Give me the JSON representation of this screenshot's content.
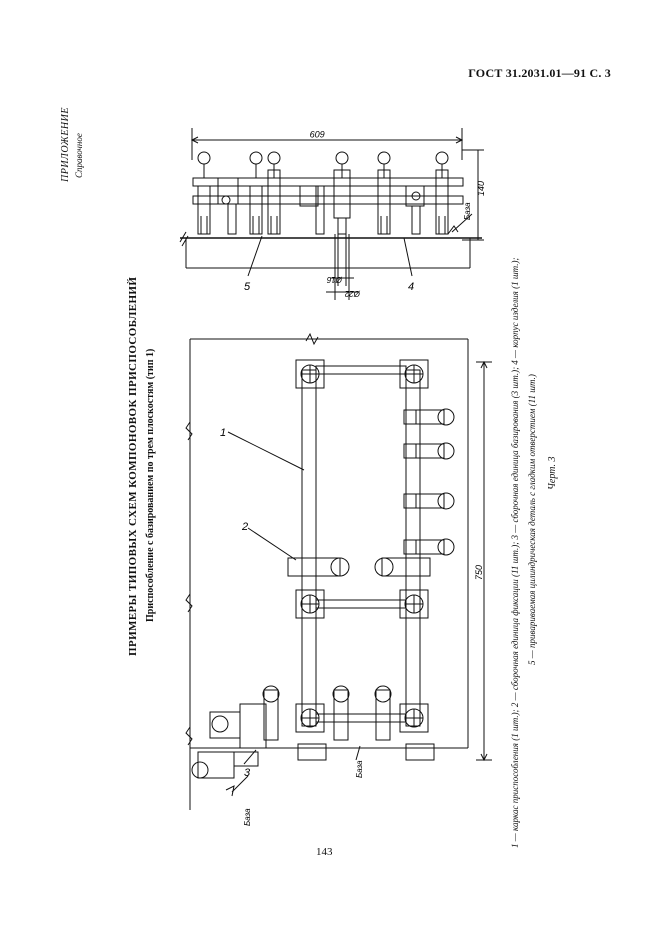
{
  "header": {
    "gost": "ГОСТ 31.2031.01—91 С. 3"
  },
  "appendix": {
    "label": "ПРИЛОЖЕНИЕ",
    "kind": "Справочное"
  },
  "title": "ПРИМЕРЫ ТИПОВЫХ СХЕМ КОМПОНОВОК ПРИСПОСОБЛЕНИЙ",
  "subtitle": "Приспособление с базированием по трем плоскостям (тип 1)",
  "drawing": {
    "dims": {
      "width_top": "609",
      "height_top": "140",
      "length_main": "750",
      "d1": "Ø16",
      "d2": "Ø22"
    },
    "bases": {
      "top_right": "База",
      "bottom_left": "База",
      "bottom_center": "База"
    },
    "callouts": {
      "c1": "1",
      "c2": "2",
      "c3": "3",
      "c4": "4",
      "c5": "5"
    }
  },
  "legend": {
    "line1": "1 — каркас приспособления (1 шт.);  2 — сборочная единица фиксации (11 шт.);  3 — сборочная единица базирования (3 шт.);  4 — корпус изделия (1 шт.);",
    "line2": "5 — привариваемая цилиндрическая деталь с гладким отверстием (11 шт.)"
  },
  "figure_label": "Черт. 3",
  "page_number": "143"
}
